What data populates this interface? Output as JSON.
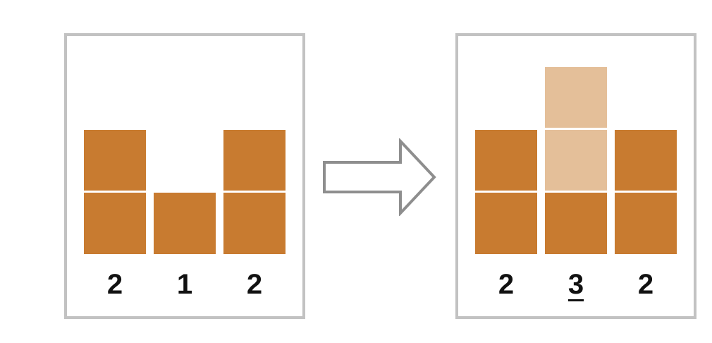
{
  "before": {
    "columns": [
      {
        "count": "2",
        "blocks": 2
      },
      {
        "count": "1",
        "blocks": 1
      },
      {
        "count": "2",
        "blocks": 2
      }
    ]
  },
  "after": {
    "columns": [
      {
        "count": "2",
        "blocks": 2,
        "added": 0
      },
      {
        "count": "3",
        "blocks": 1,
        "added": 2,
        "highlighted": true
      },
      {
        "count": "2",
        "blocks": 2,
        "added": 0
      }
    ]
  },
  "colors": {
    "block": "#c87b30",
    "added_block": "#e4bf99",
    "panel_border": "#c2c2c2",
    "arrow": "#8e8e8e"
  },
  "icons": {
    "arrow": "right-arrow-icon"
  }
}
